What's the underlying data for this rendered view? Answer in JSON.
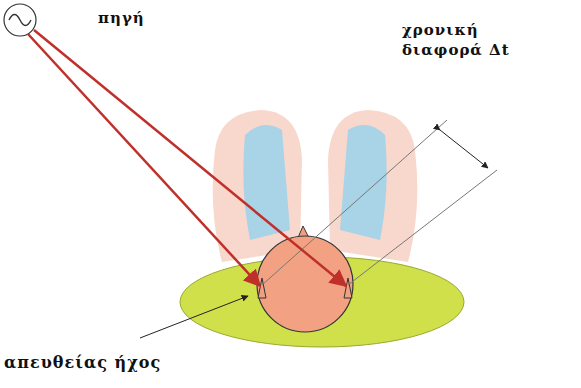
{
  "diagram": {
    "labels": [
      "πηγή",
      "χρονική διαφορά Δt",
      "απευθείας ήχος"
    ]
  }
}
